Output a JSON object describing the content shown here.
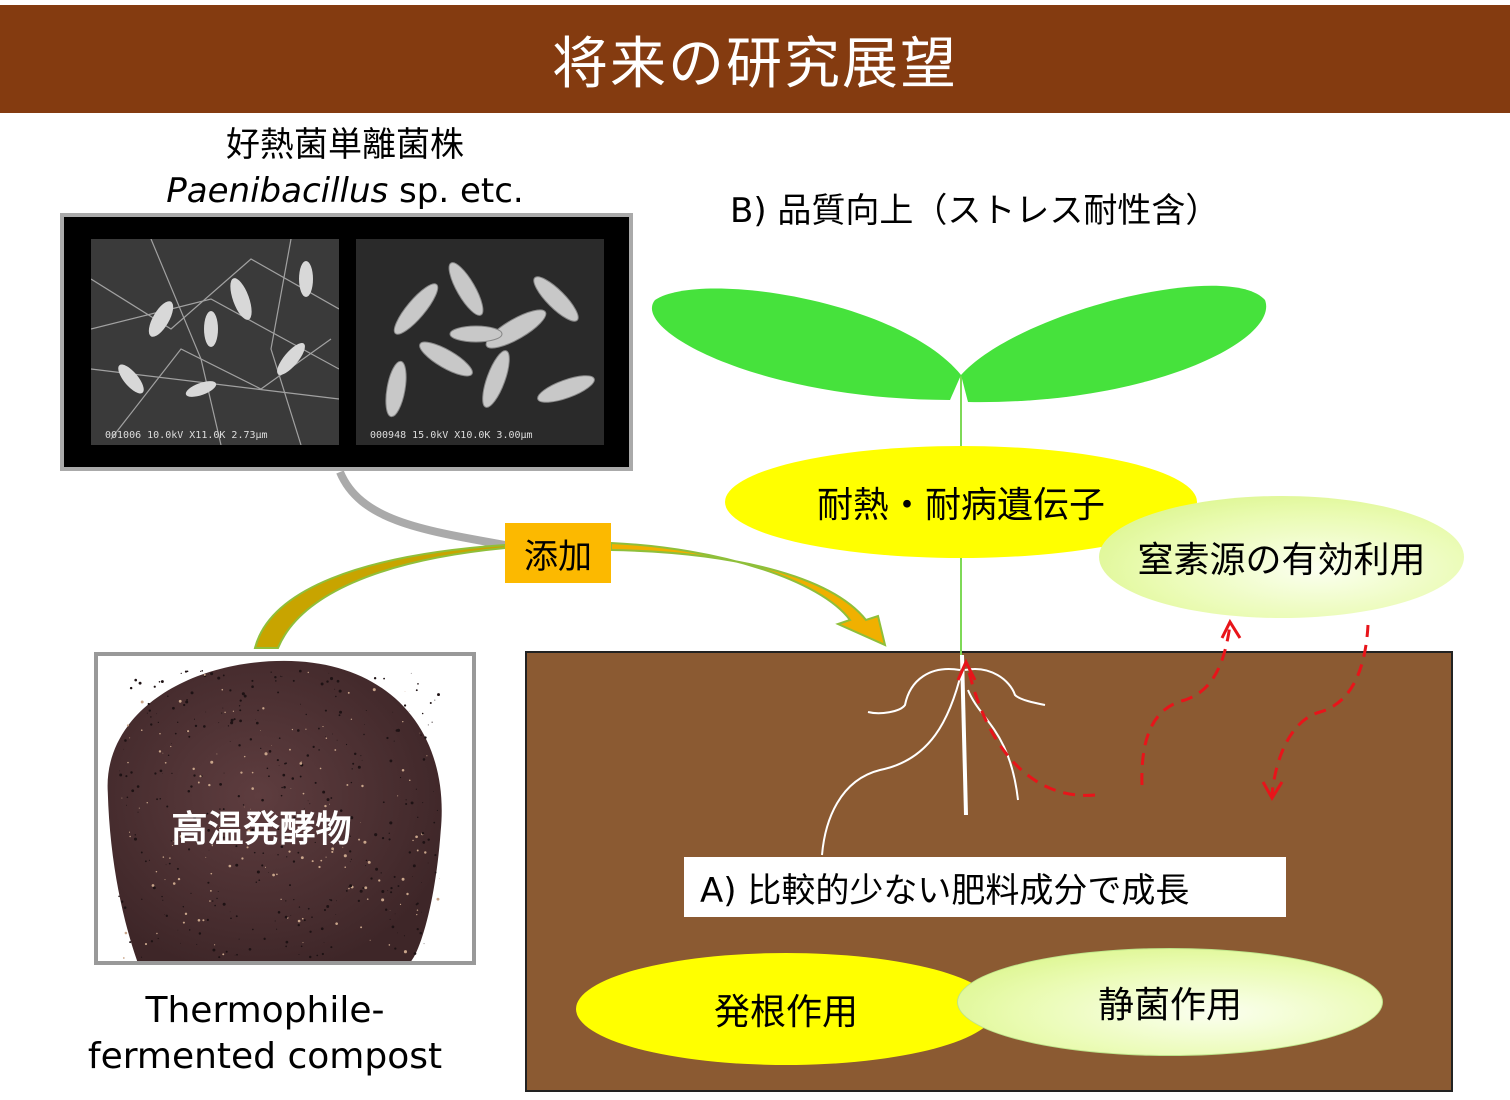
{
  "title": "将来の研究展望",
  "isolate": {
    "line1": "好熱菌単離菌株",
    "genus": "Paenibacillus",
    "rest": " sp. etc."
  },
  "sem_images": [
    {
      "caption": "001006 10.0kV X11.0K 2.73μm"
    },
    {
      "caption": "000948 15.0kV X10.0K 3.00μm"
    }
  ],
  "add_label": "添加",
  "compost": {
    "label_jp": "高温発酵物",
    "label_en_line1": "Thermophile-",
    "label_en_line2": "fermented compost"
  },
  "b_label": "B) 品質向上（ストレス耐性含）",
  "gene_label": "耐熱・耐病遺伝子",
  "nitrogen_label": "窒素源の有効利用",
  "a_label": "A) 比較的少ない肥料成分で成長",
  "rooting_label": "発根作用",
  "antifungal_label": "静菌作用",
  "colors": {
    "title_bg": "#843b10",
    "soil": "#8b5a32",
    "leaf": "#46e23c",
    "yellow": "#ffff00",
    "add": "#fcb900",
    "arrow_red": "#e8141a"
  }
}
